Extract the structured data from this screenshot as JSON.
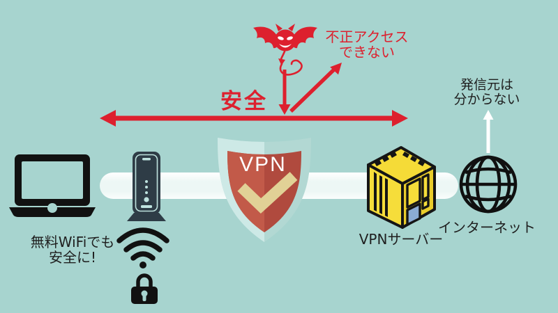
{
  "colors": {
    "background": "#a7d4cf",
    "red": "#dd202e",
    "shield_outer_left": "#cde9e6",
    "shield_outer_right": "#b2d8d3",
    "shield_inner_left": "#c25a49",
    "shield_inner_right": "#b04a3e",
    "checkmark_cream": "#e1d196",
    "server_yellow": "#f5db37",
    "server_yellow_dark": "#e9cc2b",
    "server_panel_blue": "#8babd4",
    "router_navy": "#2e3c46",
    "icon_black": "#111111",
    "tunnel_white": "#edf7f5",
    "text_black": "#1f1f1f"
  },
  "annotations": {
    "attack_blocked": "不正アクセス\nできない",
    "safe": "安全",
    "source_unknown": "発信元は\n分からない",
    "free_wifi": "無料WiFiでも\n安全に!"
  },
  "nodes": {
    "shield_label": "VPN",
    "server_label": "VPNサーバー",
    "internet_label": "インターネット"
  },
  "icons": [
    "laptop-icon",
    "router-icon",
    "wifi-icon",
    "lock-icon",
    "vpn-shield-icon",
    "devil-icon",
    "vpn-server-icon",
    "globe-icon",
    "tunnel-pipe",
    "safe-double-arrow",
    "attack-down-arrow",
    "deflected-arrow",
    "source-up-arrow"
  ]
}
